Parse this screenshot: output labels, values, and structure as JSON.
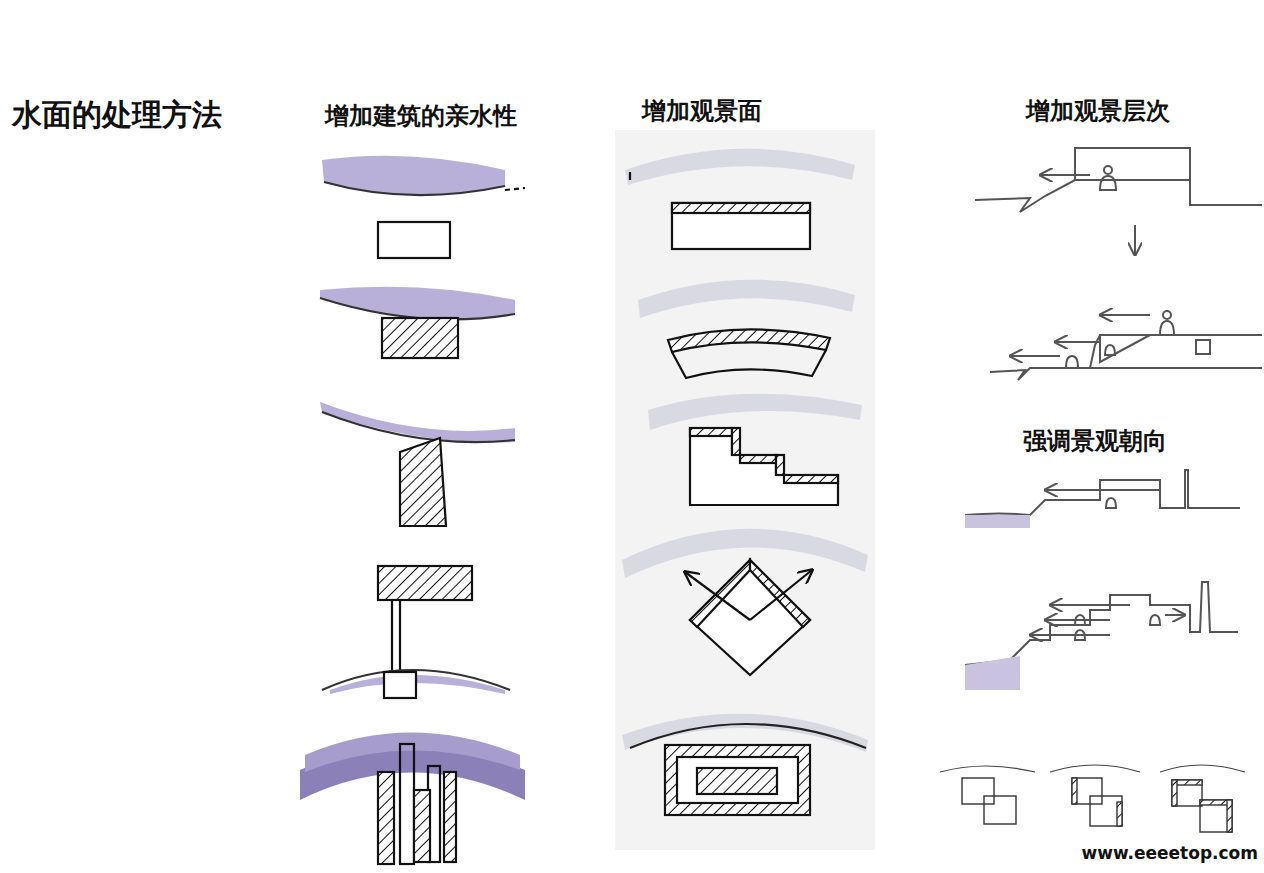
{
  "diagram": {
    "title": "水面的处理方法",
    "labels": [
      "增加建筑的亲水性",
      "增加观景面",
      "增加观景层次",
      "强调景观朝向",
      "www.eeeetop.com"
    ]
  }
}
